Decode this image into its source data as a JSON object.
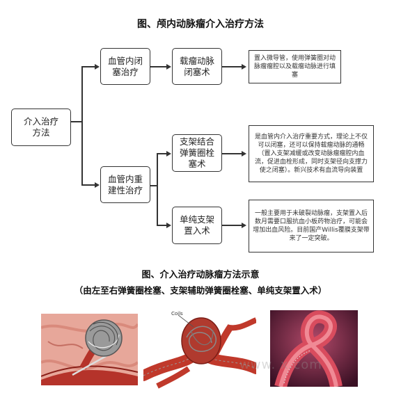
{
  "title": "图、颅内动脉瘤介入治疗方法",
  "nodes": {
    "root": "介入治疗方法",
    "occlusion": "血管内闭塞治疗",
    "occlusion_method": "载瘤动脉闭塞术",
    "reconstruction": "血管内重建性治疗",
    "stent_coil": "支架结合弹簧圈栓塞术",
    "stent_only": "单纯支架置入术"
  },
  "notes": {
    "occlusion_method": "置入微导管，使用弹簧圈对动脉瘤瘤腔以及载瘤动脉进行填塞",
    "stent_coil": "是血管内介入治疗重要方式，理论上不仅可以闭塞，还可以保持载瘤动脉的通畅（置入支架减缓或改变动脉瘤瘤腔内血流，促进血栓形成，同时支架径向支撑力使之闭塞）。新兴技术有血流导向装置",
    "stent_only": "一般主要用于未破裂动脉瘤，支架置入后数月需要口服抗血小板药物治疗，可能会增加出血风险。目前国产Willis覆膜支架带来了一定突破。"
  },
  "figure_caption": "图、介入治疗动脉瘤方法示意",
  "figure_subcaption": "（由左至右弹簧圈栓塞、支架辅助弹簧圈栓塞、单纯支架置入术）",
  "image_label_coils": "Coils",
  "watermark": "www.           x.com",
  "colors": {
    "line": "#333333",
    "vessel": "#c0392b",
    "coil": "#8a8a8a"
  }
}
